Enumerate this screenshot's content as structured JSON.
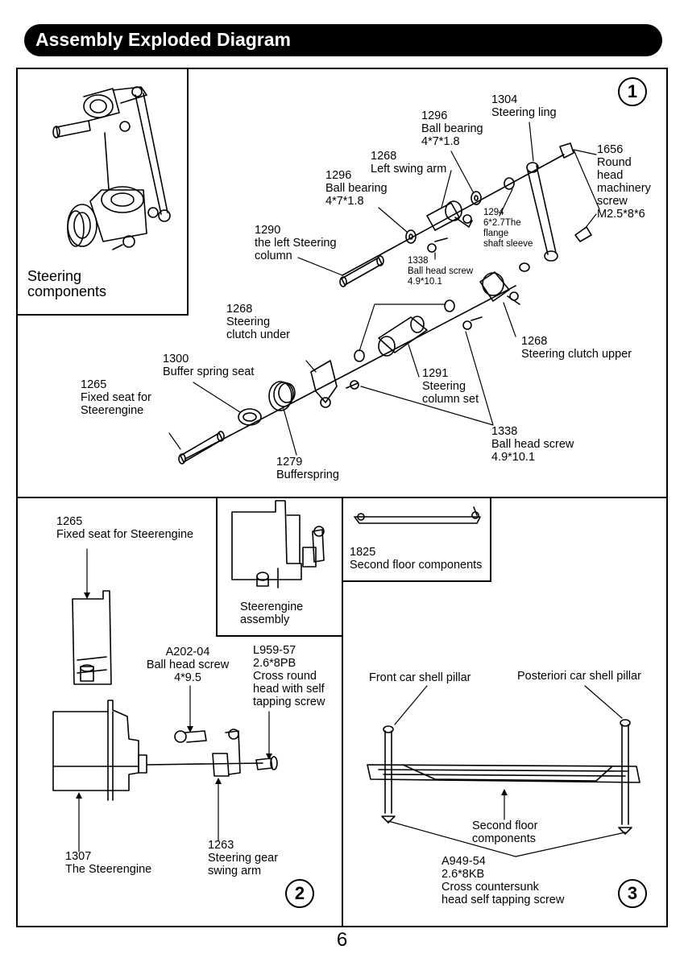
{
  "header": {
    "title": "Assembly Exploded Diagram"
  },
  "page_number": "6",
  "panel1": {
    "badge": "1",
    "inset_caption": "Steering\ncomponents",
    "labels": {
      "p1304": "1304\nSteering ling",
      "p1296a": "1296\nBall bearing\n4*7*1.8",
      "p1656": "1656\nRound\nhead\nmachinery\nscrew\nM2.5*8*6",
      "p1268a": "1268\nLeft swing arm",
      "p1296b": "1296\nBall bearing\n4*7*1.8",
      "p1294": "1294\n6*2.7The\nflange\nshaft sleeve",
      "p1290": "1290\nthe left Steering\ncolumn",
      "p1338a": "1338\nBall head screw\n4.9*10.1",
      "p1268b": "1268\nSteering\nclutch under",
      "p1268c": "1268\nSteering clutch upper",
      "p1300": "1300\nBuffer spring seat",
      "p1291": "1291\nSteering\ncolumn set",
      "p1265": "1265\nFixed seat for\nSteerengine",
      "p1338b": "1338\nBall head screw\n4.9*10.1",
      "p1279": "1279\nBufferspring"
    }
  },
  "panel2": {
    "badge": "2",
    "labels": {
      "p1265": "1265\nFixed seat for Steerengine",
      "assembly": "Steerengine\nassembly",
      "a202": "A202-04\nBall head screw\n4*9.5",
      "l959": "L959-57\n2.6*8PB\nCross round\nhead with self\ntapping screw",
      "p1307": "1307\nThe Steerengine",
      "p1263": "1263\nSteering gear\nswing arm"
    }
  },
  "panel3": {
    "badge": "3",
    "labels": {
      "p1825": "1825\nSecond floor components",
      "front": "Front car shell pillar",
      "rear": "Posteriori car shell pillar",
      "floor": "Second floor\ncomponents",
      "a949": "A949-54\n2.6*8KB\nCross countersunk\nhead self tapping screw"
    }
  }
}
